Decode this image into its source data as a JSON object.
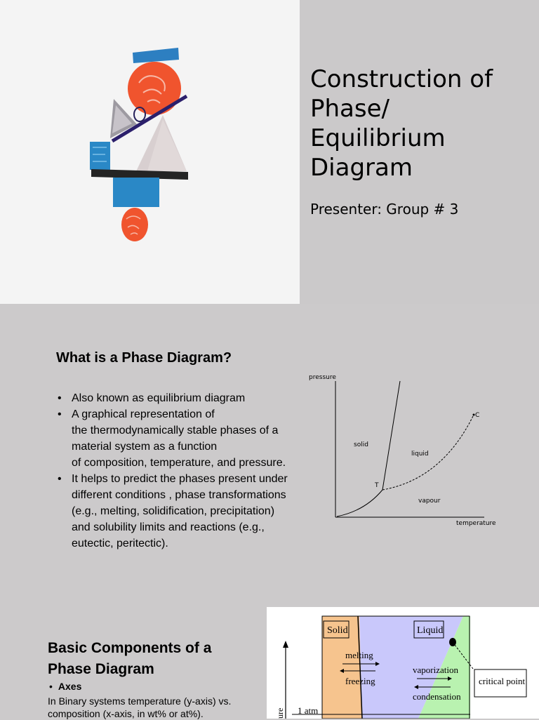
{
  "slide1": {
    "title": "Construction of\nPhase/\nEquilibrium\nDiagram",
    "subtitle": "Presenter: Group # 3"
  },
  "slide2": {
    "heading": "What is a Phase Diagram?",
    "bullets": [
      "Also known as equilibrium diagram",
      "A graphical representation of\nthe thermodynamically stable phases of a\nmaterial system as a function\nof composition, temperature, and pressure.",
      "It helps to predict the phases present under\ndifferent conditions , phase transformations\n(e.g., melting, solidification, precipitation)\nand solubility limits and reactions (e.g.,\neutectic, peritectic)."
    ],
    "diagram": {
      "y_axis_label": "pressure",
      "x_axis_label": "temperature",
      "region_solid": "solid",
      "region_liquid": "liquid",
      "region_vapour": "vapour",
      "triple_point": "T",
      "critical_point": "C"
    }
  },
  "slide3": {
    "heading": "Basic Components of a\nPhase Diagram",
    "bullet": "Axes",
    "body": "In Binary systems temperature (y-axis) vs. composition (x-axis, in wt% or at%).",
    "figure": {
      "solid": "Solid",
      "liquid": "Liquid",
      "melting": "melting",
      "freezing": "freezing",
      "vaporization": "vaporization",
      "condensation": "condensation",
      "critical_point": "critical point",
      "one_atm": "1 atm",
      "y_axis_partial": "ure"
    },
    "colors": {
      "solid_region": "#f6c48e",
      "liquid_region": "#c9c8fb",
      "vapor_region": "#b9f2b0"
    }
  }
}
